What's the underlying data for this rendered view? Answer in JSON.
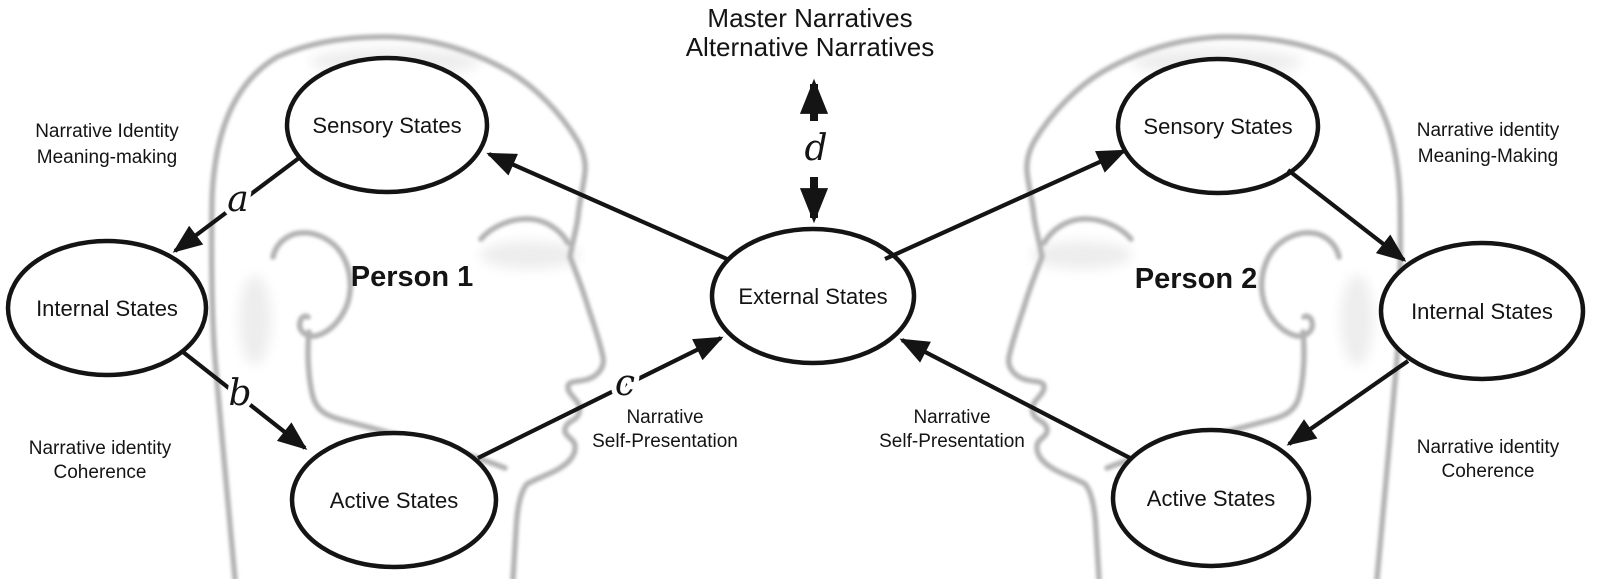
{
  "figure": {
    "top_center": {
      "line1": "Master Narratives",
      "line2": "Alternative Narratives"
    },
    "external_label": "External States",
    "path_letters": {
      "a": "a",
      "b": "b",
      "c": "c",
      "d": "d"
    },
    "person1": {
      "name": "Person 1",
      "sensory": "Sensory States",
      "internal": "Internal States",
      "active": "Active States",
      "annotation_top": {
        "line1": "Narrative Identity",
        "line2": "Meaning-making"
      },
      "annotation_bottom": {
        "line1": "Narrative identity",
        "line2": "Coherence"
      },
      "self_presentation": {
        "line1": "Narrative",
        "line2": "Self-Presentation"
      }
    },
    "person2": {
      "name": "Person 2",
      "sensory": "Sensory States",
      "internal": "Internal States",
      "active": "Active States",
      "annotation_top": {
        "line1": "Narrative identity",
        "line2": "Meaning-Making"
      },
      "annotation_bottom": {
        "line1": "Narrative identity",
        "line2": "Coherence"
      },
      "self_presentation": {
        "line1": "Narrative",
        "line2": "Self-Presentation"
      }
    },
    "colors": {
      "ink": "#141414",
      "head_outline": "#b2b2b2",
      "background": "#ffffff"
    }
  }
}
